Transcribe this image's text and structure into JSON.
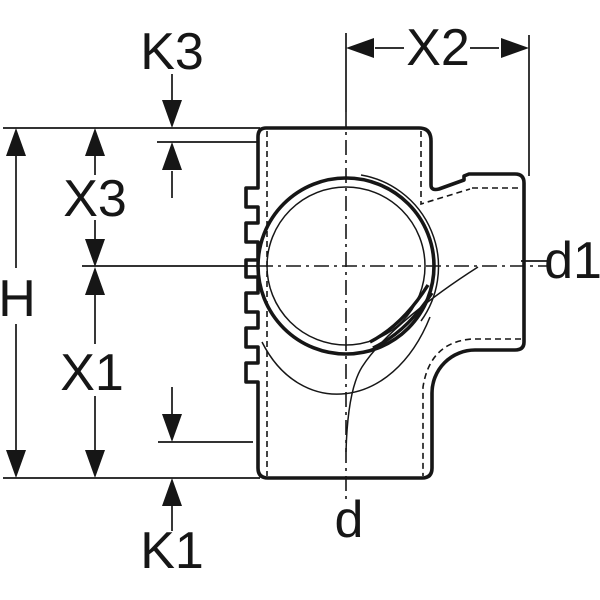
{
  "window": {
    "background": "#ffffff"
  },
  "drawing": {
    "kind": "technical-dimension-drawing",
    "subject": "branch pipe fitting cross-section with socket opening, ribbed left edge, right side outlet and bottom outlet",
    "line_color": "#161616",
    "labels": {
      "h": "H",
      "x1": "X1",
      "x3": "X3",
      "k1": "K1",
      "k3": "K3",
      "x2": "X2",
      "d": "d",
      "d1": "d1"
    }
  }
}
